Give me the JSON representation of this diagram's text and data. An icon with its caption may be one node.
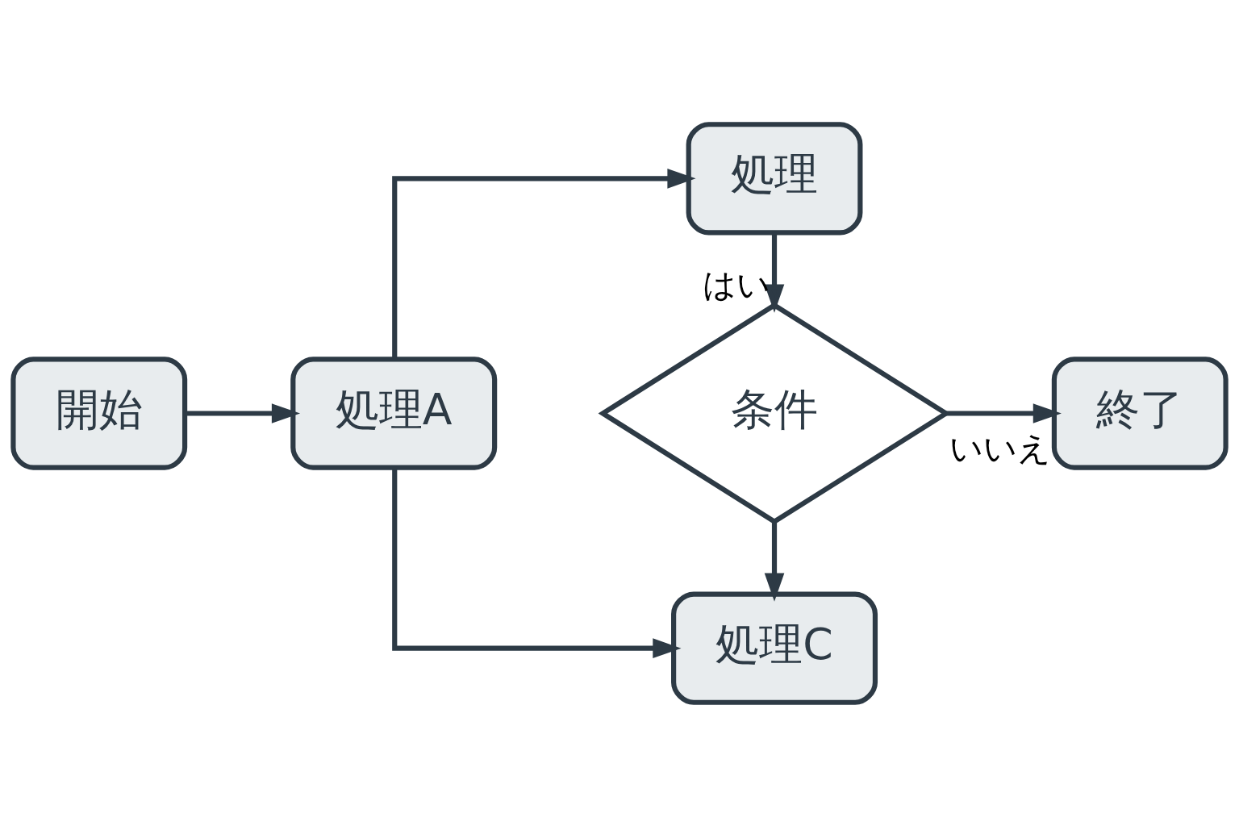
{
  "diagram": {
    "nodes": [
      {
        "text": [
          "開始"
        ]
      },
      {
        "text": [
          "処理A"
        ]
      },
      {
        "text": [
          "処理"
        ]
      },
      {
        "text": [
          "条件"
        ]
      },
      {
        "text": [
          "終了"
        ]
      },
      {
        "text": [
          "処理C"
        ]
      }
    ],
    "edges": [
      {
        "from": 0,
        "to": 1,
        "arrow": "to"
      },
      {
        "from": 1,
        "to": 2,
        "arrow": "to"
      },
      {
        "from": 2,
        "to": 3,
        "arrow": "to",
        "label": "はい"
      },
      {
        "from": 3,
        "to": 4,
        "arrow": "to",
        "label": "いいえ"
      },
      {
        "from": 3,
        "to": 5,
        "arrow": "to"
      },
      {
        "from": 1,
        "to": 5,
        "arrow": "to"
      }
    ]
  }
}
